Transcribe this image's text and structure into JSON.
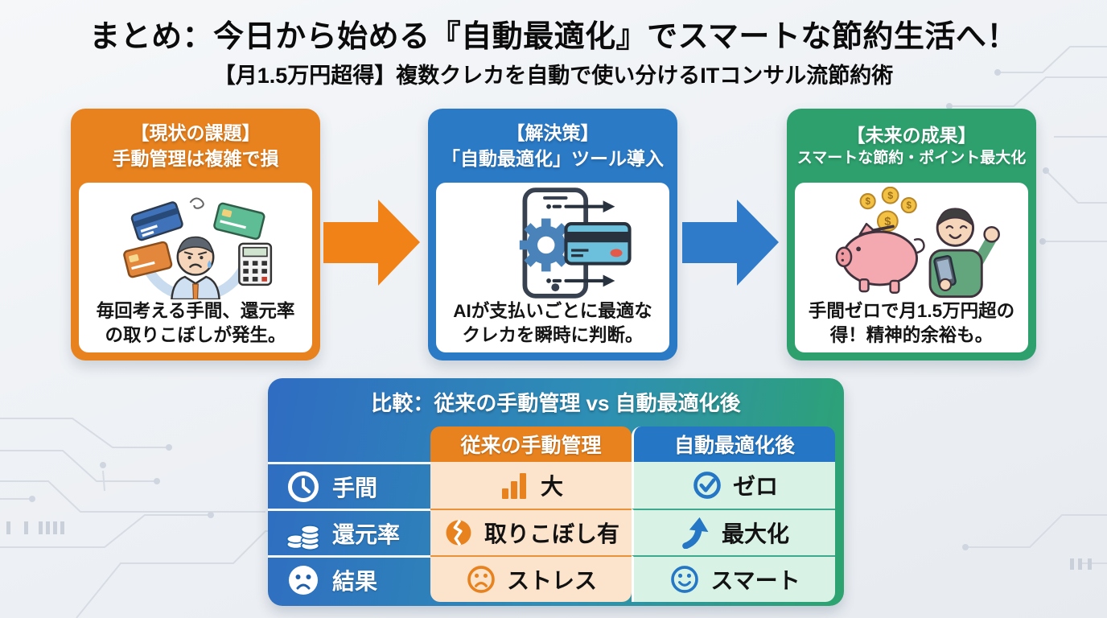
{
  "page": {
    "title": "まとめ：今日から始める『自動最適化』でスマートな節約生活へ！",
    "subtitle": "【月1.5万円超得】複数クレカを自動で使い分けるITコンサル流節約術"
  },
  "flow": {
    "cards": [
      {
        "header_line1": "【現状の課題】",
        "header_line2": "手動管理は複雑で損",
        "caption_line1": "毎回考える手間、還元率",
        "caption_line2": "の取りこぼしが発生。",
        "accent_color": "#E8821E",
        "illustration": "worried-man-with-credit-cards-and-calculator"
      },
      {
        "header_line1": "【解決策】",
        "header_line2": "「自動最適化」ツール導入",
        "caption_line1": "AIが支払いごとに最適な",
        "caption_line2": "クレカを瞬時に判断。",
        "accent_color": "#2B7AC6",
        "illustration": "smartphone-with-gear-and-credit-card"
      },
      {
        "header_line1": "【未来の成果】",
        "header_line2": "スマートな節約・ポイント最大化",
        "caption_line1": "手間ゼロで月1.5万円超の",
        "caption_line2": "得！精神的余裕も。",
        "accent_color": "#2EA06E",
        "illustration": "piggy-bank-coins-and-happy-man-with-phone"
      }
    ],
    "arrow_colors": [
      "#F08218",
      "#2F7BC9"
    ]
  },
  "comparison": {
    "title": "比較：従来の手動管理 vs 自動最適化後",
    "col_manual": "従来の手動管理",
    "col_auto": "自動最適化後",
    "col_manual_color": "#E8821E",
    "col_auto_color": "#2577C5",
    "manual_cell_color": "#FBE3CC",
    "auto_cell_color": "#D8F3E6",
    "panel_gradient_start": "#2F6CC2",
    "panel_gradient_end": "#2DA46F",
    "rows": [
      {
        "label": "手間",
        "label_icon": "clock-icon",
        "manual_icon": "bar-chart-icon",
        "manual_text": "大",
        "auto_icon": "check-circle-icon",
        "auto_text": "ゼロ"
      },
      {
        "label": "還元率",
        "label_icon": "coins-icon",
        "manual_icon": "broken-coin-icon",
        "manual_text": "取りこぼし有",
        "auto_icon": "up-arrow-icon",
        "auto_text": "最大化"
      },
      {
        "label": "結果",
        "label_icon": "sad-face-icon",
        "manual_icon": "sad-face-icon",
        "manual_text": "ストレス",
        "auto_icon": "smile-face-icon",
        "auto_text": "スマート"
      }
    ]
  }
}
